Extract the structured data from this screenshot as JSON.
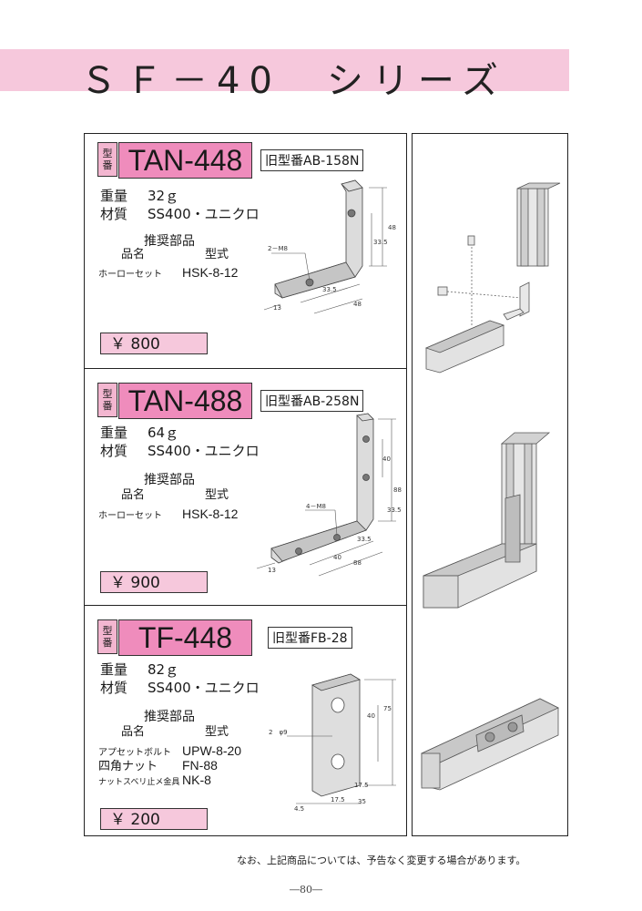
{
  "header": {
    "title": "ＳＦ－40　シリーズ"
  },
  "products": [
    {
      "tag": "型番",
      "model": "TAN-448",
      "old_model": "旧型番AB-158N",
      "weight_label": "重量",
      "weight": "32ｇ",
      "material_label": "材質",
      "material": "SS400・ユニクロ",
      "recommended_label": "推奨部品",
      "col_name": "品名",
      "col_type": "型式",
      "parts": [
        {
          "name": "ホーローセット",
          "type": "HSK-8-12"
        }
      ],
      "price": "￥ 800",
      "dims": {
        "hole": "2－M8",
        "h1": "48",
        "h2": "33.5",
        "w1": "33.5",
        "w2": "48",
        "t": "13"
      }
    },
    {
      "tag": "型番",
      "model": "TAN-488",
      "old_model": "旧型番AB-258N",
      "weight_label": "重量",
      "weight": "64ｇ",
      "material_label": "材質",
      "material": "SS400・ユニクロ",
      "recommended_label": "推奨部品",
      "col_name": "品名",
      "col_type": "型式",
      "parts": [
        {
          "name": "ホーローセット",
          "type": "HSK-8-12"
        }
      ],
      "price": "￥ 900",
      "dims": {
        "hole": "4－M8",
        "h1": "88",
        "h2": "40",
        "h3": "33.5",
        "w1": "33.5",
        "w2": "40",
        "w3": "88",
        "t": "13"
      }
    },
    {
      "tag": "型番",
      "model": "TF-448",
      "old_model": "旧型番FB-28",
      "weight_label": "重量",
      "weight": "82ｇ",
      "material_label": "材質",
      "material": "SS400・ユニクロ",
      "recommended_label": "推奨部品",
      "col_name": "品名",
      "col_type": "型式",
      "parts": [
        {
          "name": "アプセットボルト",
          "type": "UPW-8-20"
        },
        {
          "name": "四角ナット",
          "type": "FN-88"
        },
        {
          "name": "ナットスベリ止メ金具",
          "type": "NK-8"
        }
      ],
      "price": "￥ 200",
      "dims": {
        "hole": "2　φ9",
        "h1": "75",
        "h2": "40",
        "w1": "17.5",
        "w2": "35",
        "w3": "17.5",
        "t": "4.5"
      }
    }
  ],
  "footer": {
    "note": "なお、上記商品については、予告なく変更する場合があります。",
    "page": "―80―"
  }
}
